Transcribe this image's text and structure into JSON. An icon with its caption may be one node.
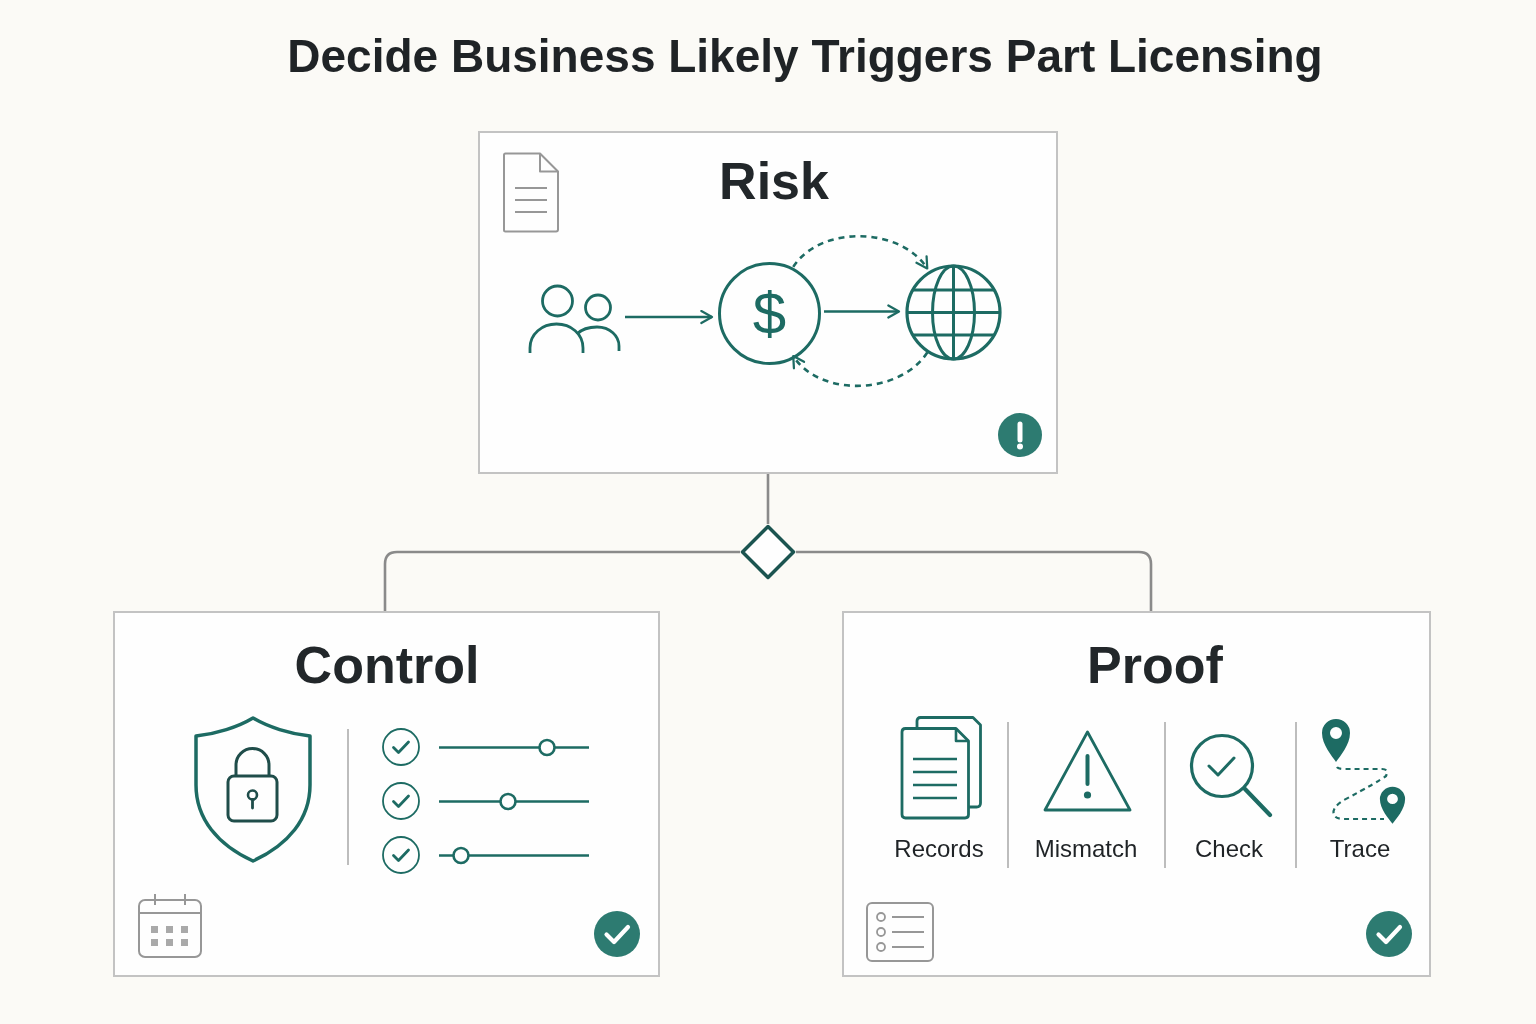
{
  "diagram": {
    "title": "Decide Business Likely Triggers Part Licensing",
    "nodes": [
      {
        "text": [
          "Risk"
        ]
      },
      {
        "text": [],
        "shape": "person",
        "in": 0
      },
      {
        "text": [
          "$"
        ],
        "in": 0
      },
      {
        "text": [],
        "shape": "picture",
        "in": 0
      },
      {
        "text": [],
        "shape": "diamond"
      },
      {
        "text": [
          "Control"
        ]
      },
      {
        "text": [
          "Proof"
        ]
      }
    ],
    "edges": [
      {
        "from": 1,
        "to": 2,
        "arrow": "to"
      },
      {
        "from": 2,
        "to": 3,
        "arrow": "to"
      },
      {
        "from": 2,
        "to": 3,
        "arrow": "to",
        "style": "dashed"
      },
      {
        "from": 3,
        "to": 2,
        "arrow": "to",
        "style": "dashed"
      },
      {
        "from": 0,
        "to": 4,
        "arrow": "none",
        "color": "#8a8a8a"
      },
      {
        "from": 4,
        "to": 5,
        "arrow": "none",
        "color": "#8a8a8a"
      },
      {
        "from": 4,
        "to": 6,
        "arrow": "none",
        "color": "#8a8a8a"
      }
    ],
    "labels": [
      "Records",
      "Mismatch",
      "Check",
      "Trace"
    ]
  }
}
